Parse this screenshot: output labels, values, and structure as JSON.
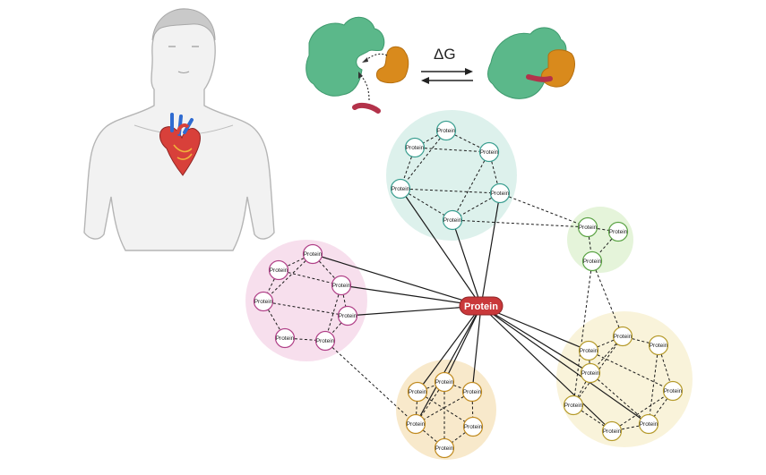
{
  "equation": {
    "label": "ΔG"
  },
  "network": {
    "hub_label": "Protein",
    "node_label": "Protein"
  },
  "colors": {
    "ligand_green": "#5bb88a",
    "partner_orange": "#d98a1c",
    "peptide_red": "#b3324a",
    "hub_red": "#c9383a",
    "cluster_teal_fill": "#d7efe9",
    "cluster_teal_stroke": "#3a9e90",
    "cluster_green_fill": "#e1f2d3",
    "cluster_green_stroke": "#5ba344",
    "cluster_pink_fill": "#f6d9ea",
    "cluster_pink_stroke": "#b03f87",
    "cluster_orange_fill": "#f7e5c2",
    "cluster_orange_stroke": "#c08a1e",
    "cluster_yellow_fill": "#f8f1d3",
    "cluster_yellow_stroke": "#b59a2a"
  }
}
